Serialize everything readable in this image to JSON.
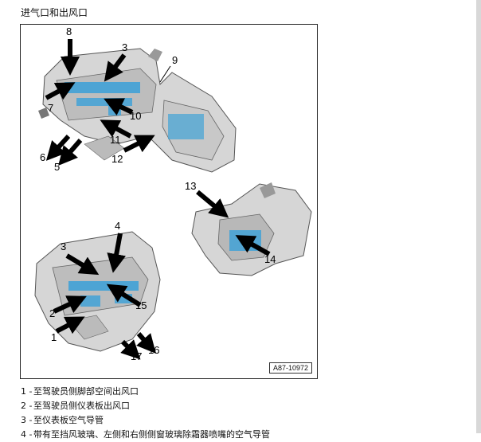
{
  "page": {
    "title": "进气口和出风口",
    "figure_id": "A87-10972"
  },
  "callouts": [
    "8",
    "3",
    "9",
    "7",
    "10",
    "11",
    "6",
    "5",
    "12",
    "13",
    "14",
    "3",
    "4",
    "2",
    "15",
    "1",
    "17",
    "16"
  ],
  "legend": [
    {
      "num": "1 -",
      "text": "至驾驶员侧脚部空间出风口"
    },
    {
      "num": "2 -",
      "text": "至驾驶员侧仪表板出风口"
    },
    {
      "num": "3 -",
      "text": "至仪表板空气导管"
    },
    {
      "num": "4 -",
      "text": "带有至挡风玻璃、左侧和右侧侧窗玻璃除霜器喷嘴的空气导管"
    }
  ]
}
